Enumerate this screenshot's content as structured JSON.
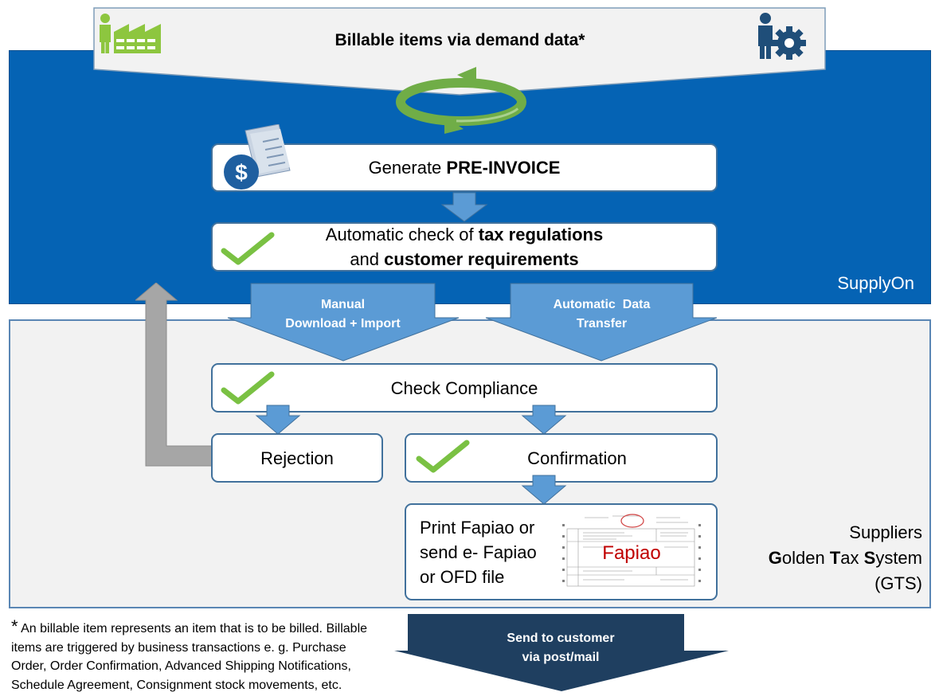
{
  "top_banner": {
    "title": "Billable items via demand data*"
  },
  "supplyon": {
    "label": "SupplyOn",
    "pre_invoice": {
      "prefix": "Generate ",
      "bold": "PRE-INVOICE"
    },
    "auto_check": {
      "part1": "Automatic check of ",
      "bold1": "tax regulations",
      "part2": "and ",
      "bold2": "customer requirements"
    }
  },
  "transfer": {
    "manual": {
      "line1": "Manual",
      "line2": "Download + Import"
    },
    "automatic": {
      "line1": "Automatic  Data",
      "line2": "Transfer"
    }
  },
  "gts": {
    "label_line1": "Suppliers",
    "label_line2": [
      "G",
      "olden ",
      "T",
      "ax ",
      "S",
      "ystem"
    ],
    "label_line3": "(GTS)",
    "check_compliance": "Check Compliance",
    "rejection": "Rejection",
    "confirmation": "Confirmation",
    "print": {
      "line1": "Print Fapiao or",
      "line2": "send e- Fapiao",
      "line3": "or OFD file"
    },
    "fapiao_label": "Fapiao"
  },
  "send": {
    "line1": "Send to customer",
    "line2": "via post/mail"
  },
  "footnote": {
    "star": "*",
    "lines": [
      " An billable item represents an item that is to be billed. Billable",
      "items are triggered by business transactions e. g. Purchase",
      "Order, Order Confirmation, Advanced Shipping Notifications,",
      "Schedule Agreement, Consignment stock movements, etc."
    ]
  },
  "colors": {
    "supplyon_blue": "#0563b4",
    "arrow_blue": "#5b9bd5",
    "dark_navy": "#1f3f60",
    "check_green": "#7ac143",
    "cycle_green": "#70ad47",
    "icon_green": "#8dc63f",
    "icon_navy": "#1f4e79",
    "return_grey": "#a6a6a6",
    "fapiao_red": "#c00000"
  },
  "icons": [
    "factory-person-icon",
    "person-gear-icon",
    "cycle-arrows-icon",
    "invoice-dollar-icon",
    "checkmark-icon",
    "fapiao-document-icon"
  ]
}
